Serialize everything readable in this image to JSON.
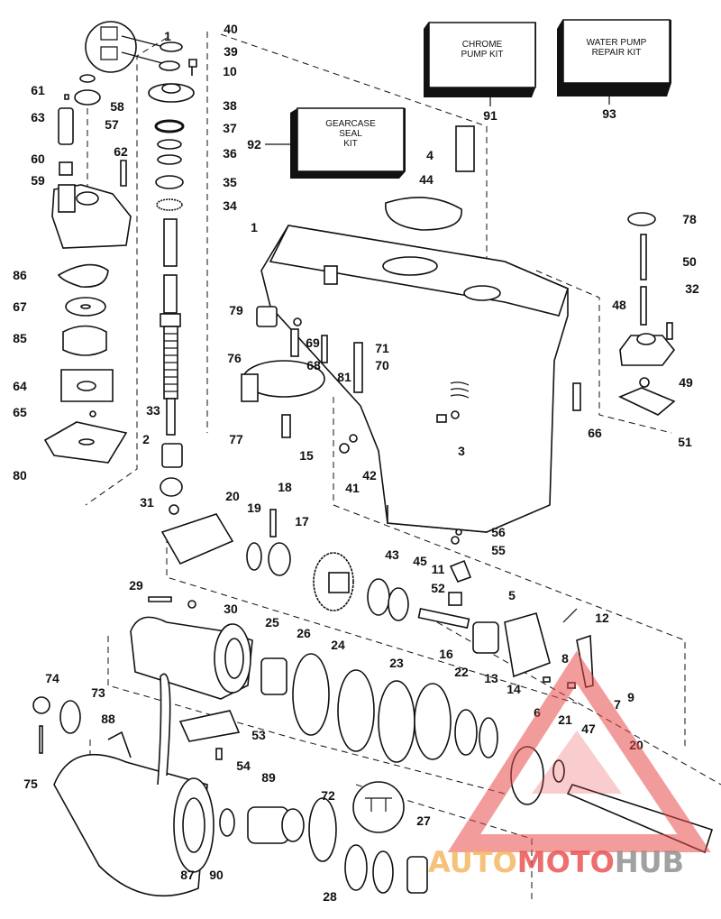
{
  "title": "Gearcase exploded parts diagram",
  "kits": [
    {
      "id": "92",
      "lines": [
        "GEARCASE",
        "SEAL",
        "KIT"
      ]
    },
    {
      "id": "91",
      "lines": [
        "CHROME",
        "PUMP KIT"
      ]
    },
    {
      "id": "93",
      "lines": [
        "WATER PUMP",
        "REPAIR KIT"
      ]
    }
  ],
  "part_numbers": [
    "40",
    "39",
    "10",
    "38",
    "37",
    "36",
    "35",
    "34",
    "58",
    "61",
    "57",
    "63",
    "62",
    "60",
    "59",
    "86",
    "67",
    "85",
    "64",
    "65",
    "80",
    "33",
    "2",
    "1",
    "92",
    "1",
    "79",
    "69",
    "68",
    "81",
    "76",
    "77",
    "15",
    "91",
    "93",
    "4",
    "44",
    "78",
    "50",
    "32",
    "48",
    "71",
    "70",
    "49",
    "3",
    "66",
    "51",
    "41",
    "42",
    "56",
    "55",
    "31",
    "20",
    "19",
    "18",
    "17",
    "43",
    "45",
    "11",
    "52",
    "5",
    "12",
    "29",
    "30",
    "25",
    "26",
    "24",
    "23",
    "16",
    "8",
    "9",
    "7",
    "6",
    "22",
    "13",
    "14",
    "21",
    "47",
    "20",
    "74",
    "73",
    "88",
    "53",
    "54",
    "75",
    "89",
    "72",
    "27",
    "90",
    "87",
    "28"
  ],
  "watermark": {
    "part1": "AUTO",
    "part2": "MOTO",
    "part3": "HUB"
  },
  "colors": {
    "watermark_red": "#e84a4a",
    "watermark_orange": "#f5b25a",
    "watermark_gray": "#8a8a8a"
  }
}
